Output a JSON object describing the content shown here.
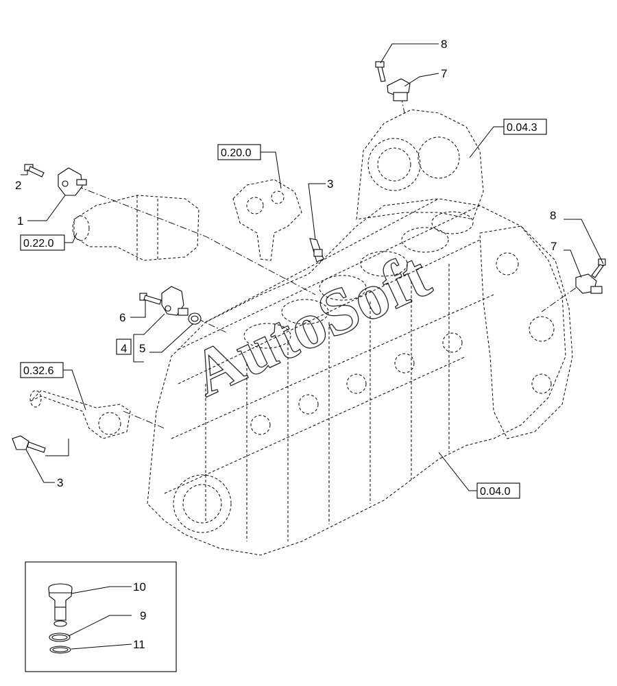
{
  "watermark": {
    "text": "AutoSoft"
  },
  "callouts": [
    {
      "id": "c8a",
      "label": "8"
    },
    {
      "id": "c7a",
      "label": "7"
    },
    {
      "id": "c3a",
      "label": "3"
    },
    {
      "id": "c2",
      "label": "2"
    },
    {
      "id": "c1",
      "label": "1"
    },
    {
      "id": "c8b",
      "label": "8"
    },
    {
      "id": "c7b",
      "label": "7"
    },
    {
      "id": "c6",
      "label": "6"
    },
    {
      "id": "c4",
      "label": "4"
    },
    {
      "id": "c5",
      "label": "5"
    },
    {
      "id": "c3b",
      "label": "3"
    },
    {
      "id": "c10",
      "label": "10"
    },
    {
      "id": "c9",
      "label": "9"
    },
    {
      "id": "c11",
      "label": "11"
    }
  ],
  "references": [
    {
      "id": "r043",
      "label": "0.04.3"
    },
    {
      "id": "r200",
      "label": "0.20.0"
    },
    {
      "id": "r220",
      "label": "0.22.0"
    },
    {
      "id": "r326",
      "label": "0.32.6"
    },
    {
      "id": "r040",
      "label": "0.04.0"
    }
  ]
}
